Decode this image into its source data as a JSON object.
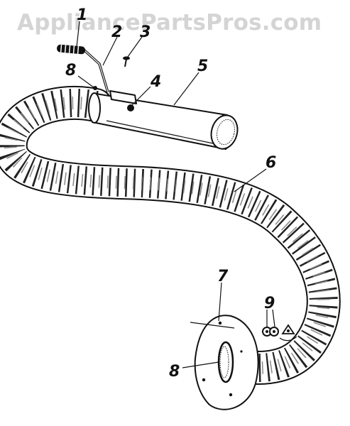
{
  "watermark": "AppliancePartsPros.com",
  "callouts": [
    {
      "id": "c1",
      "text": "1"
    },
    {
      "id": "c2",
      "text": "2"
    },
    {
      "id": "c3",
      "text": "3"
    },
    {
      "id": "c4",
      "text": "4"
    },
    {
      "id": "c5",
      "text": "5"
    },
    {
      "id": "c6",
      "text": "6"
    },
    {
      "id": "c7",
      "text": "7"
    },
    {
      "id": "c8a",
      "text": "8"
    },
    {
      "id": "c8b",
      "text": "8"
    },
    {
      "id": "c9",
      "text": "9"
    }
  ],
  "parts": [
    "handle-grip",
    "handle-rod",
    "screw",
    "bracket-nut",
    "nozzle-tube",
    "flexible-hose",
    "wall-flange",
    "hose-clamp",
    "washers"
  ]
}
